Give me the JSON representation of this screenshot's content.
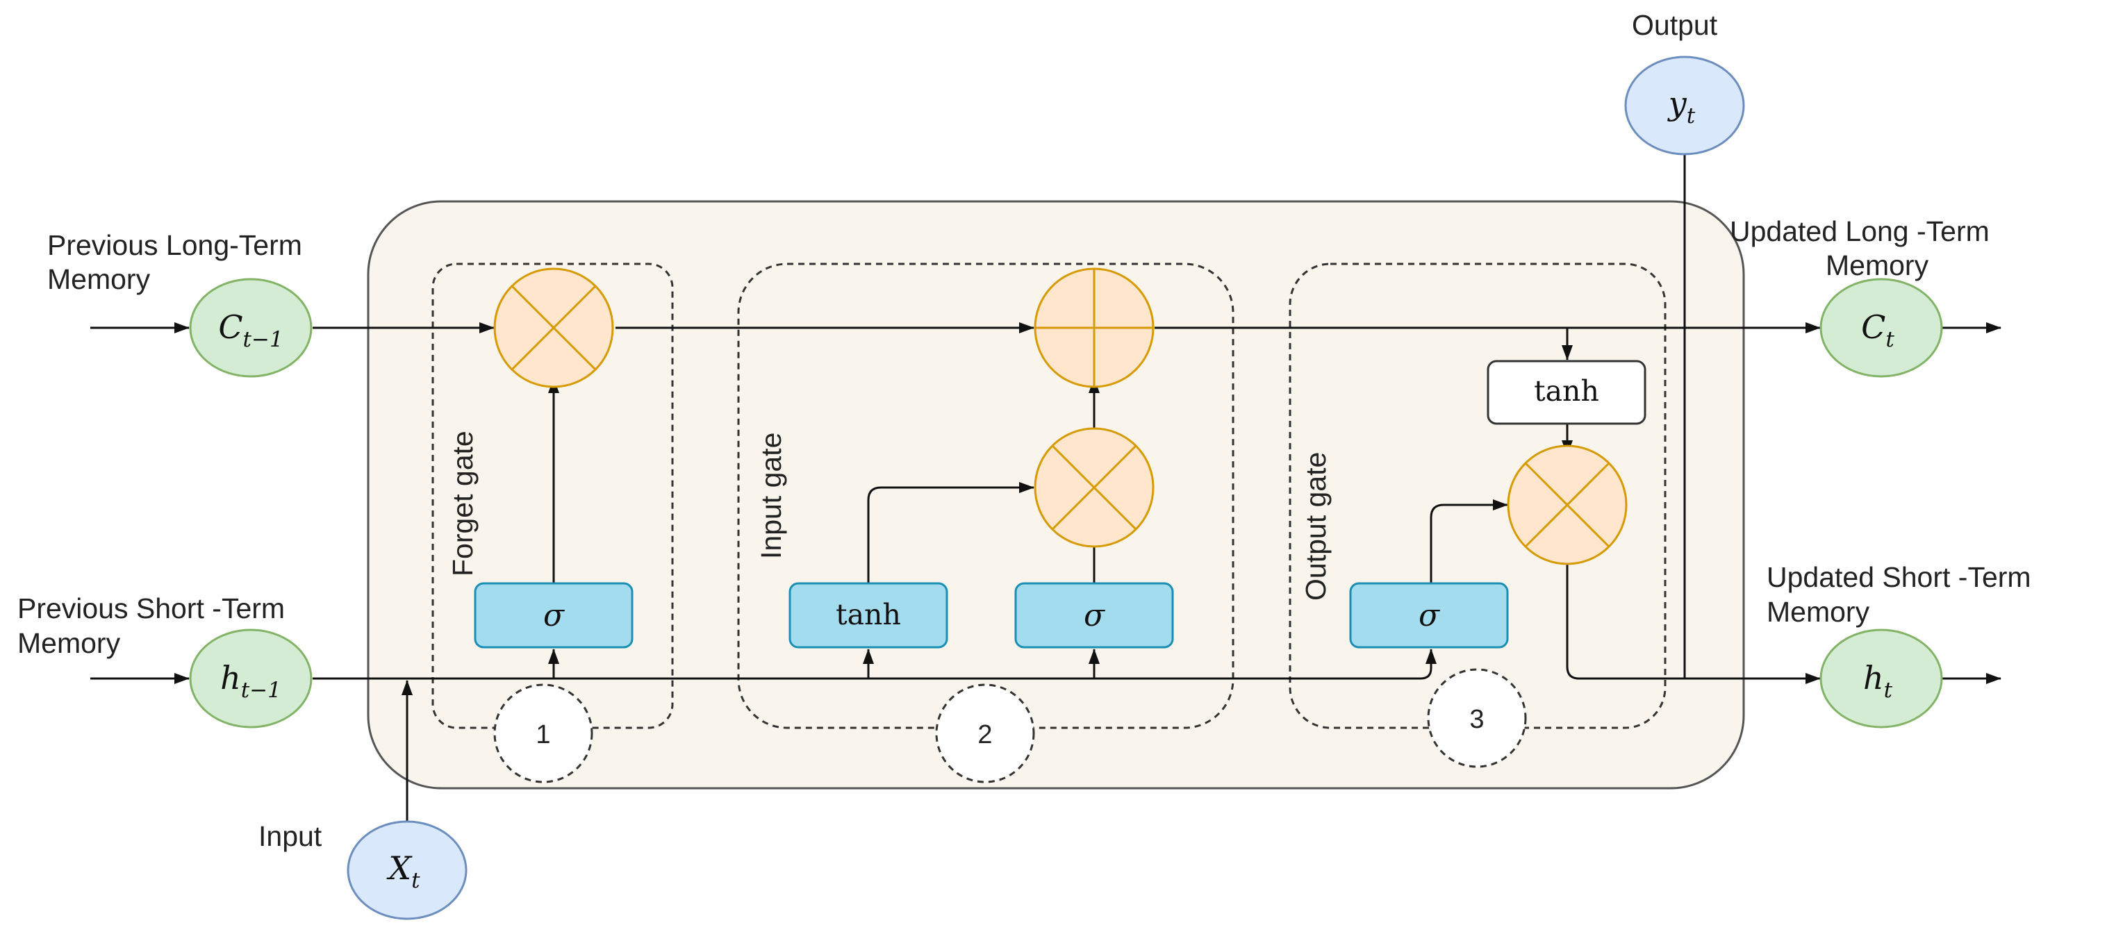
{
  "labels": {
    "prev_long_term": [
      "Previous Long-Term",
      "Memory"
    ],
    "prev_short_term": [
      "Previous Short -Term",
      "Memory"
    ],
    "updated_long_term": [
      "Updated Long -Term",
      "Memory"
    ],
    "updated_short_term": [
      "Updated Short -Term",
      "Memory"
    ],
    "input": "Input",
    "output": "Output"
  },
  "nodes": {
    "c_prev": {
      "base": "C",
      "sub": "t−1"
    },
    "h_prev": {
      "base": "h",
      "sub": "t−1"
    },
    "c_next": {
      "base": "C",
      "sub": "t"
    },
    "h_next": {
      "base": "h",
      "sub": "t"
    },
    "x_in": {
      "base": "X",
      "sub": "t"
    },
    "y_out": {
      "base": "y",
      "sub": "t"
    }
  },
  "gates": {
    "forget": {
      "label": "Forget gate",
      "number": "1"
    },
    "input": {
      "label": "Input gate",
      "number": "2"
    },
    "output": {
      "label": "Output gate",
      "number": "3"
    }
  },
  "boxes": {
    "sigma": "σ",
    "tanh": "tanh"
  },
  "colors": {
    "memory_node": "#d5ecd4",
    "memory_node_border": "#82b366",
    "io_node": "#dae8fc",
    "io_node_border": "#6c8ebf",
    "op_circle": "#ffe6cc",
    "op_circle_border": "#d79b00",
    "activation_box": "#a3dcee",
    "activation_box_border": "#1a8fb3",
    "cell_background": "#f9f5ec"
  }
}
